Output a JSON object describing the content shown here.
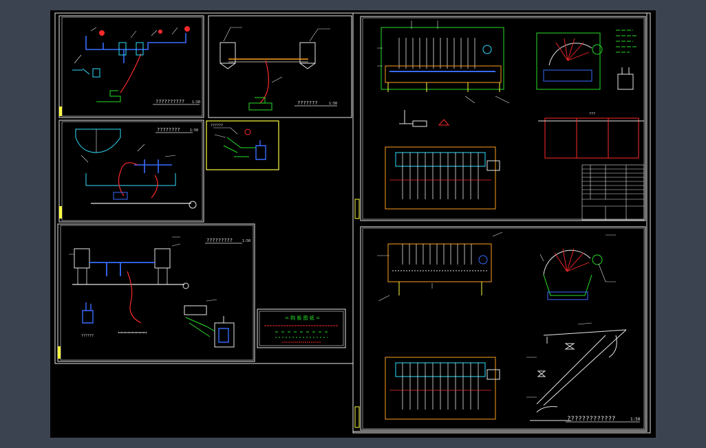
{
  "colors": {
    "frame_bg": "#3c4350",
    "sheet_bg": "#000000",
    "line_white": "#e8e8e8",
    "line_yellow": "#ffff40",
    "line_green": "#28e028",
    "line_blue": "#3a6cff",
    "line_red": "#ff2a2a",
    "line_cyan": "#30e0ff",
    "line_magenta": "#ff40ff",
    "line_orange": "#ffa020"
  },
  "drawings": {
    "a": {
      "title": "??????????",
      "scale": "1:50"
    },
    "b": {
      "title": "???????",
      "scale": "1:50"
    },
    "c": {
      "title": "????????",
      "scale": "1:50"
    },
    "d": {
      "title": "?????????",
      "scale": "1:50"
    },
    "e": {
      "label": "??????"
    },
    "g": {
      "label": "???"
    },
    "i": {
      "title": "?????????????",
      "scale": "1:50"
    }
  },
  "title_block": {
    "heading": "= 购 板 图 纸 ="
  }
}
